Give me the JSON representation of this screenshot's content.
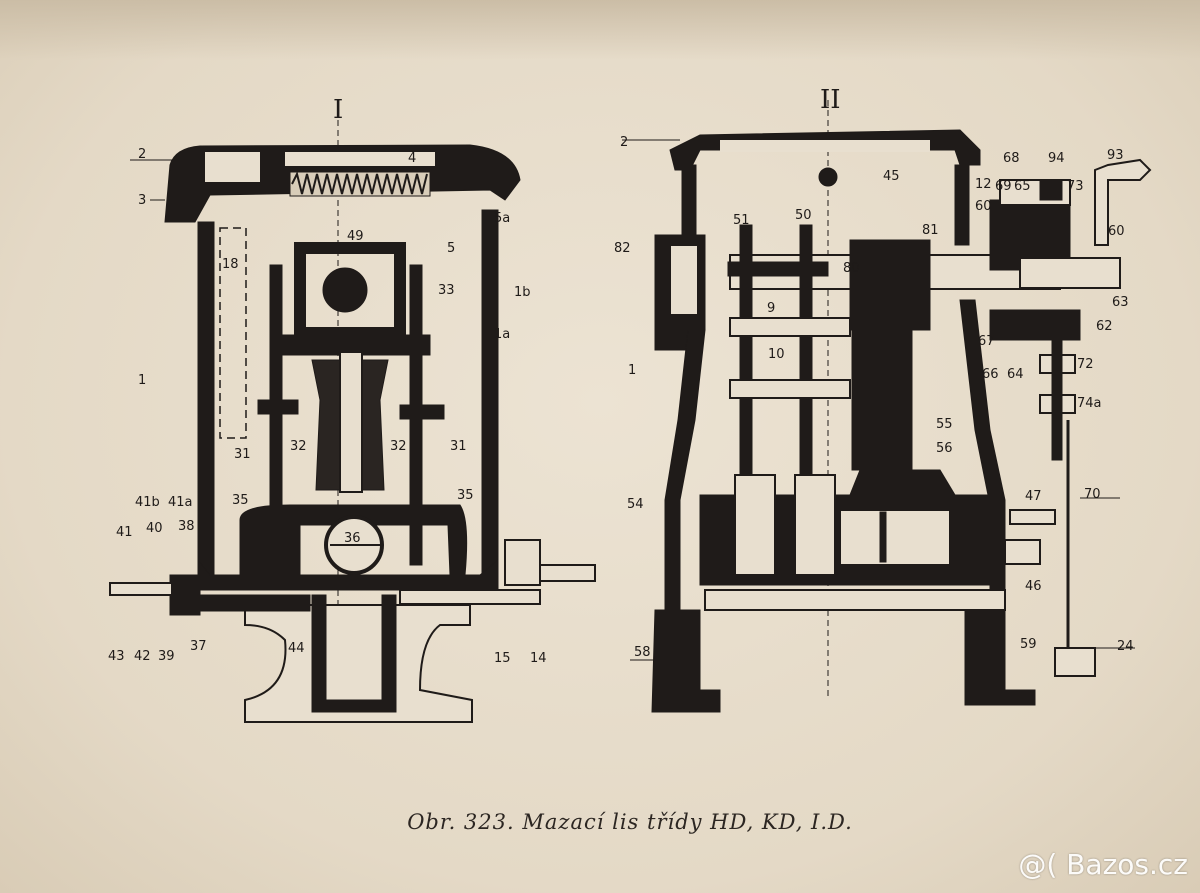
{
  "caption": "Obr. 323. Mazací lis třídy HD, KD, I.D.",
  "watermark": "@( Bazos.cz",
  "section_marks": [
    "I",
    "II"
  ],
  "left_callouts": [
    "2",
    "3",
    "4",
    "5a",
    "5",
    "1b",
    "1a",
    "49",
    "18",
    "33",
    "1",
    "31",
    "32",
    "32",
    "31",
    "35",
    "35",
    "36",
    "41b",
    "41a",
    "41",
    "40",
    "38",
    "43",
    "42",
    "39",
    "37",
    "44",
    "15",
    "14"
  ],
  "right_callouts": [
    "2",
    "45",
    "68",
    "94",
    "93",
    "12",
    "69",
    "65",
    "73",
    "60",
    "60",
    "51",
    "50",
    "81",
    "82",
    "80",
    "9",
    "63",
    "62",
    "67",
    "72",
    "10",
    "66",
    "64",
    "1",
    "74a",
    "55",
    "56",
    "54",
    "47",
    "70",
    "46",
    "59",
    "58",
    "24"
  ]
}
